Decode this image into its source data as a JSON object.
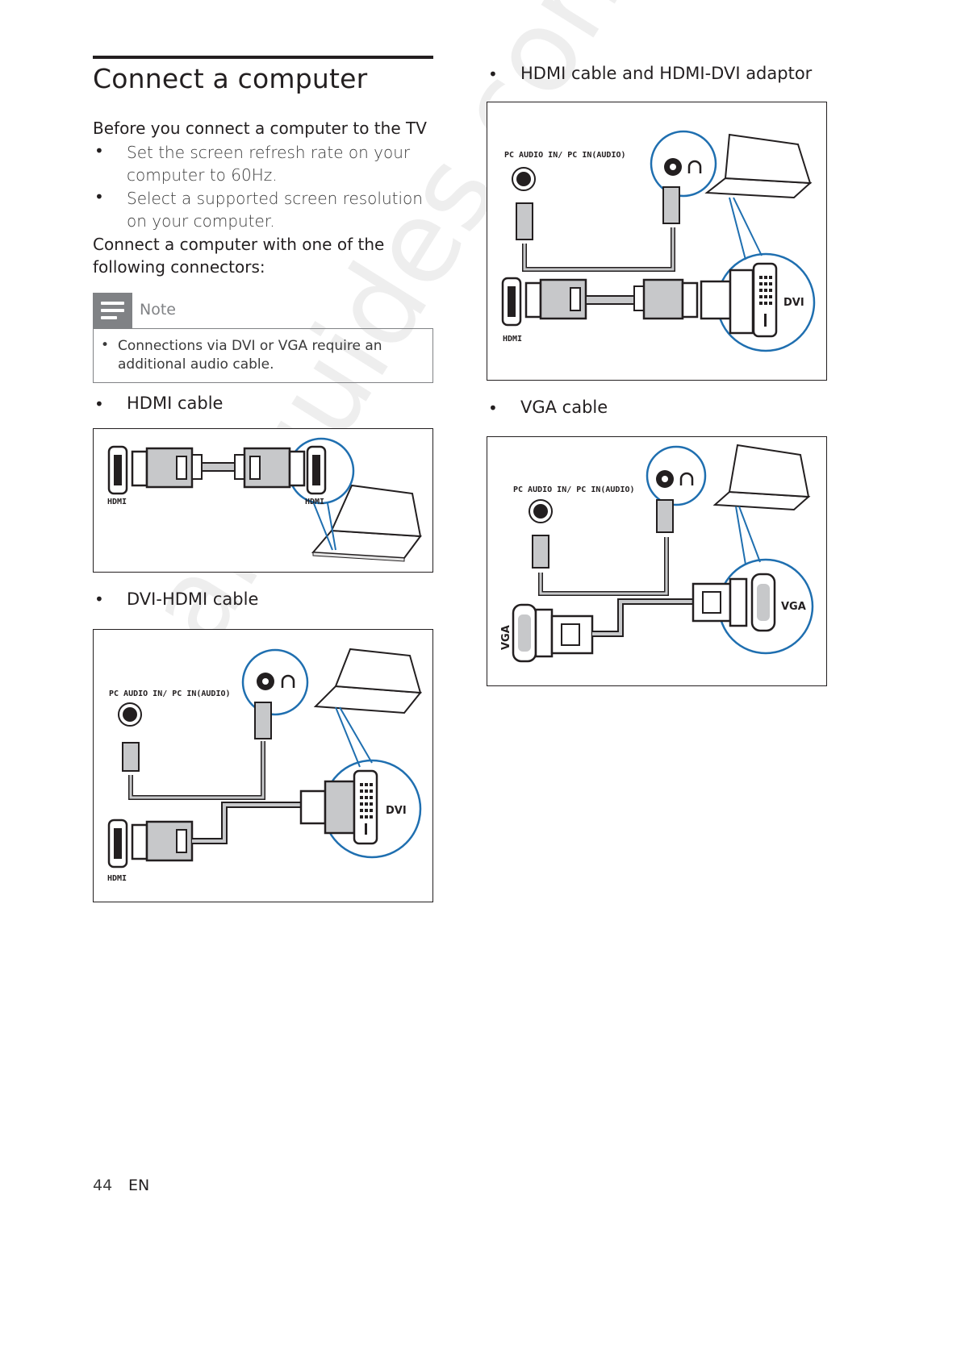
{
  "page": {
    "title": "Connect a computer",
    "page_number": "44",
    "language": "EN",
    "watermark": "all-guides.com"
  },
  "intro": {
    "before_heading": "Before you connect a computer to the TV",
    "steps": [
      "Set the screen refresh rate on your computer to 60Hz.",
      "Select a supported screen resolution on your computer."
    ],
    "connect_heading": "Connect a computer with one of the following connectors:"
  },
  "note": {
    "label": "Note",
    "text": "Connections via DVI or VGA require an additional audio cable."
  },
  "sections": {
    "hdmi": "HDMI cable",
    "dvi_hdmi": "DVI-HDMI cable",
    "hdmi_dvi_adaptor": "HDMI cable and HDMI-DVI adaptor",
    "vga": "VGA cable"
  },
  "figure_labels": {
    "hdmi": "HDMI",
    "pc_audio": "PC AUDIO IN/ PC IN(AUDIO)",
    "dvi": "DVI",
    "vga": "VGA"
  },
  "colors": {
    "text": "#231f20",
    "callout_blue": "#1f6fb0",
    "cable_grey": "#c7c8ca",
    "note_grey": "#808285"
  }
}
